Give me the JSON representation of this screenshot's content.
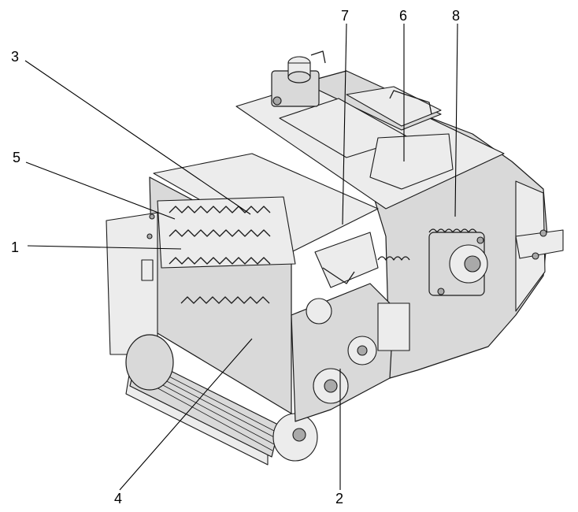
{
  "callouts": [
    {
      "id": "1",
      "label": "1"
    },
    {
      "id": "2",
      "label": "2"
    },
    {
      "id": "3",
      "label": "3"
    },
    {
      "id": "4",
      "label": "4"
    },
    {
      "id": "5",
      "label": "5"
    },
    {
      "id": "6",
      "label": "6"
    },
    {
      "id": "7",
      "label": "7"
    },
    {
      "id": "8",
      "label": "8"
    }
  ],
  "colors": {
    "ink": "#1a1a1a",
    "housing": "#d9d9d9",
    "background": "#ffffff"
  }
}
